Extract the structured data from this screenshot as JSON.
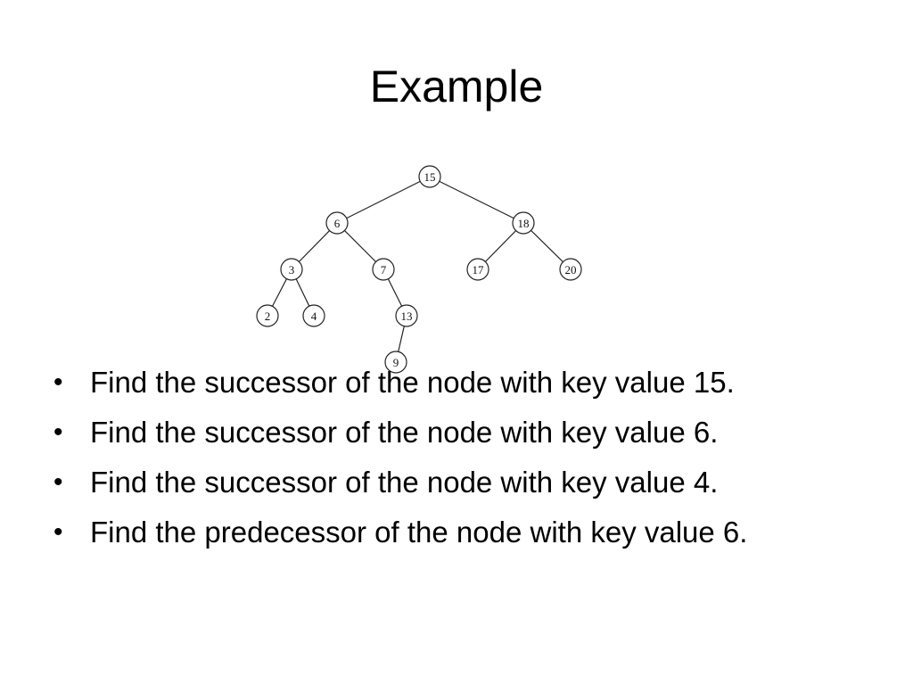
{
  "slide": {
    "title": "Example"
  },
  "tree": {
    "nodes": [
      {
        "id": "n15",
        "label": "15"
      },
      {
        "id": "n6",
        "label": "6"
      },
      {
        "id": "n18",
        "label": "18"
      },
      {
        "id": "n3",
        "label": "3"
      },
      {
        "id": "n7",
        "label": "7"
      },
      {
        "id": "n17",
        "label": "17"
      },
      {
        "id": "n20",
        "label": "20"
      },
      {
        "id": "n2",
        "label": "2"
      },
      {
        "id": "n4",
        "label": "4"
      },
      {
        "id": "n13",
        "label": "13"
      },
      {
        "id": "n9",
        "label": "9"
      }
    ],
    "edges": [
      [
        "n15",
        "n6"
      ],
      [
        "n15",
        "n18"
      ],
      [
        "n6",
        "n3"
      ],
      [
        "n6",
        "n7"
      ],
      [
        "n18",
        "n17"
      ],
      [
        "n18",
        "n20"
      ],
      [
        "n3",
        "n2"
      ],
      [
        "n3",
        "n4"
      ],
      [
        "n7",
        "n13"
      ],
      [
        "n13",
        "n9"
      ]
    ]
  },
  "bullets": [
    {
      "symbol": "•",
      "text": "Find the successor of the node with key value 15."
    },
    {
      "symbol": "•",
      "text": "Find the successor of the node with key value 6."
    },
    {
      "symbol": "•",
      "text": "Find the successor of the node with key value 4."
    },
    {
      "symbol": "•",
      "text": "Find the predecessor of the node with key value 6."
    }
  ]
}
